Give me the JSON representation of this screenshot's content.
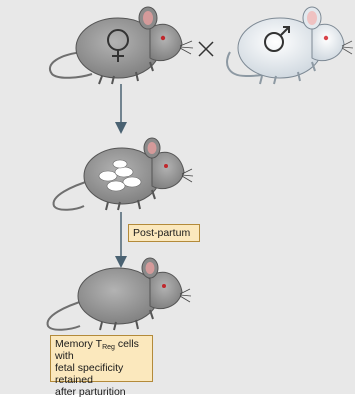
{
  "figure": {
    "steps": [
      {
        "label": "Post-partum"
      },
      {
        "label_line1_pre": "Memory T",
        "label_subscript": "Reg",
        "label_line1_post": " cells with",
        "label_line2": "fetal specificity retained",
        "label_line3": "after parturition"
      }
    ],
    "symbols": {
      "female": "♀",
      "male": "♂",
      "cross": "×"
    },
    "colors": {
      "background": "#e8e8e8",
      "mother_fur": "#9a9a9a",
      "father_fur": "#e9eef3",
      "label_fill": "#fbe8bd",
      "label_border": "#b38a3a",
      "arrow": "#4a6272"
    }
  }
}
